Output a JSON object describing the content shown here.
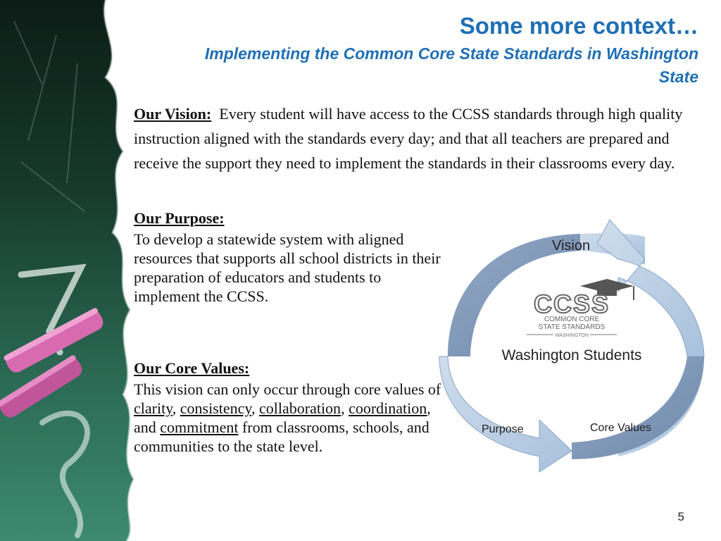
{
  "slide": {
    "title": "Some more context…",
    "subtitle": "Implementing the Common Core State Standards in Washington State",
    "vision": {
      "heading": "Our Vision:",
      "text": "Every student will have access to the CCSS standards through high quality instruction aligned with the standards every day; and that all teachers are prepared and receive the support they need to implement the standards in their classrooms every day."
    },
    "purpose": {
      "heading": "Our Purpose:",
      "text": "To develop a statewide system with aligned resources that supports all school districts in their preparation of educators and students to implement the CCSS."
    },
    "core_values": {
      "heading": "Our Core Values:",
      "intro": "This vision can only occur through core values of ",
      "value_1": "clarity",
      "sep_1": ", ",
      "value_2": "consistency",
      "sep_2": ", ",
      "value_3": "collaboration",
      "sep_3": ", ",
      "value_4": "coordination",
      "sep_4": ", and ",
      "value_5": "commitment",
      "outro": " from classrooms, schools, and communities to the state level."
    },
    "diagram": {
      "top_label": "Vision",
      "left_label": "Purpose",
      "right_label": "Core Values",
      "center_label": "Washington Students",
      "logo_main": "CCSS",
      "logo_line1": "COMMON CORE",
      "logo_line2": "STATE STANDARDS",
      "logo_line3": "WASHINGTON"
    },
    "page_number": "5"
  },
  "colors": {
    "title_blue": "#1f6fb5",
    "arrow_light": "#b8cde4",
    "arrow_dark": "#7f98b8",
    "chalkboard_green": "#1d4a3a"
  }
}
